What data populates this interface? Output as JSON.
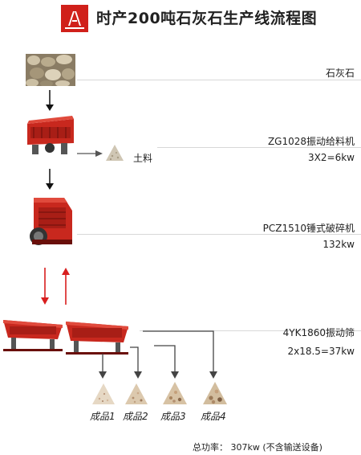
{
  "title": "时产200吨石灰石生产线流程图",
  "stages": {
    "raw": {
      "label": "石灰石"
    },
    "feeder": {
      "model": "ZG1028振动给料机",
      "power": "3X2=6kw"
    },
    "soil": {
      "label": "土料"
    },
    "crusher": {
      "model": "PCZ1510锤式破碎机",
      "power": "132kw"
    },
    "screen": {
      "model": "4YK1860振动筛",
      "power": "2x18.5=37kw"
    }
  },
  "products": [
    {
      "label": "成品1"
    },
    {
      "label": "成品2"
    },
    {
      "label": "成品3"
    },
    {
      "label": "成品4"
    }
  ],
  "footer": {
    "total": "总功率：  307kw (不含输送设备)"
  },
  "colors": {
    "brand_red": "#d0201a",
    "arrow_red": "#d81e1e",
    "line": "#d8d8d8",
    "machine_red": "#c8281e"
  }
}
